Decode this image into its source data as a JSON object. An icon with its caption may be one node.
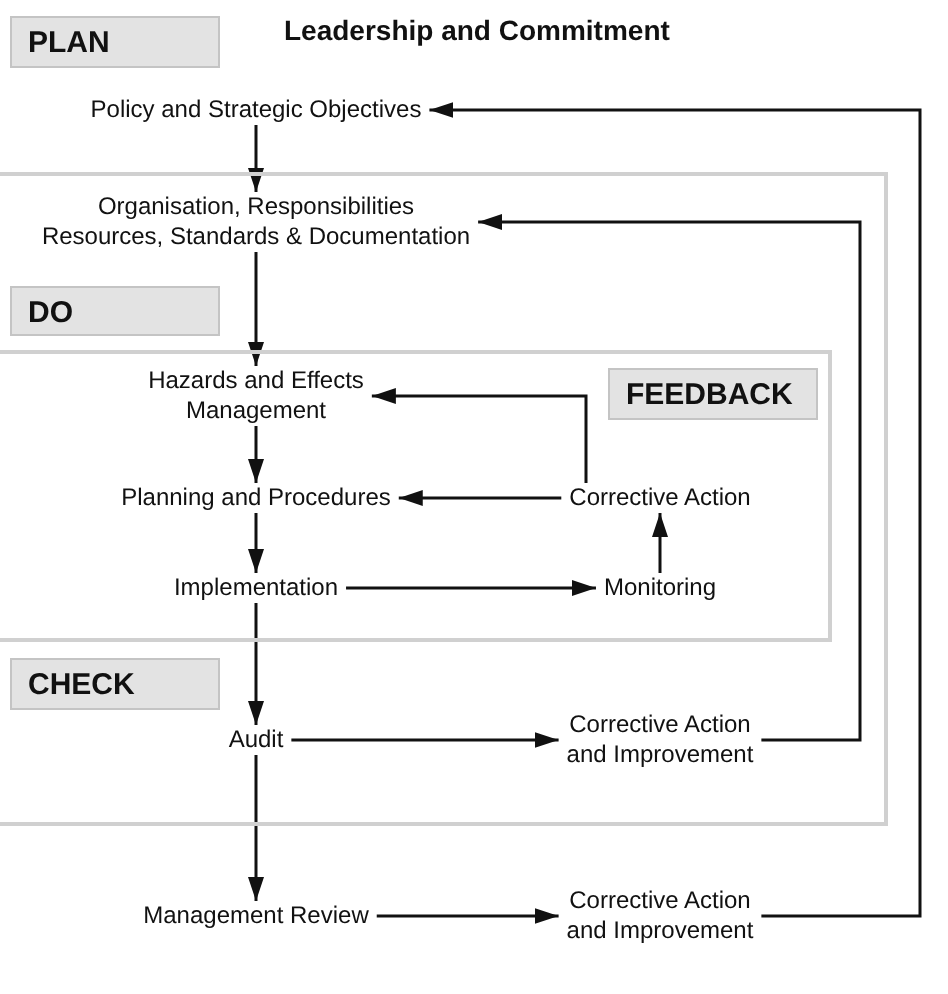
{
  "diagram": {
    "title": "Leadership and Commitment",
    "nodes": [
      {
        "text": [
          "PLAN"
        ]
      },
      {
        "text": [
          "Policy and Strategic Objectives"
        ]
      },
      {
        "text": [],
        "shape": "box"
      },
      {
        "text": [
          "Organisation, Responsibilities Resources, Standards & Documentation"
        ],
        "in": 2
      },
      {
        "text": [
          "DO"
        ],
        "in": 2
      },
      {
        "text": [],
        "shape": "box",
        "in": 2
      },
      {
        "text": [
          "Hazards and Effects Management"
        ],
        "in": 5
      },
      {
        "text": [
          "FEEDBACK"
        ],
        "in": 5
      },
      {
        "text": [
          "Planning and Procedures"
        ],
        "in": 5
      },
      {
        "text": [
          "Corrective Action"
        ],
        "in": 5
      },
      {
        "text": [
          "Implementation"
        ],
        "in": 5
      },
      {
        "text": [
          "Monitoring"
        ],
        "in": 5
      },
      {
        "text": [
          "CHECK"
        ],
        "in": 2
      },
      {
        "text": [
          "Audit"
        ],
        "in": 2
      },
      {
        "text": [
          "Corrective Action and Improvement"
        ],
        "in": 2
      },
      {
        "text": [
          "Management Review"
        ]
      },
      {
        "text": [
          "Corrective Action and Improvement"
        ]
      }
    ],
    "edges": [
      {
        "from": 1,
        "to": 3,
        "arrow": "to"
      },
      {
        "from": 3,
        "to": 6,
        "arrow": "to"
      },
      {
        "from": 6,
        "to": 8,
        "arrow": "to"
      },
      {
        "from": 8,
        "to": 10,
        "arrow": "to"
      },
      {
        "from": 10,
        "to": 13,
        "arrow": "to"
      },
      {
        "from": 13,
        "to": 15,
        "arrow": "to"
      },
      {
        "from": 10,
        "to": 11,
        "arrow": "to"
      },
      {
        "from": 11,
        "to": 9,
        "arrow": "to"
      },
      {
        "from": 9,
        "to": 8,
        "arrow": "to"
      },
      {
        "from": 9,
        "to": 6,
        "arrow": "to"
      },
      {
        "from": 13,
        "to": 14,
        "arrow": "to"
      },
      {
        "from": 14,
        "to": 3,
        "arrow": "to"
      },
      {
        "from": 15,
        "to": 16,
        "arrow": "to"
      },
      {
        "from": 16,
        "to": 1,
        "arrow": "to"
      }
    ]
  }
}
